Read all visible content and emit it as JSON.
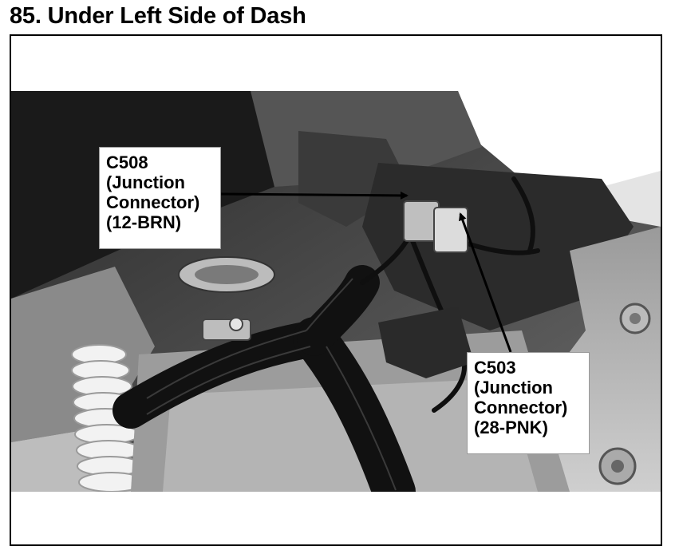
{
  "title": "85. Under Left Side of Dash",
  "callouts": [
    {
      "lines": [
        "C508",
        "(Junction",
        "Connector)",
        "(12-BRN)"
      ]
    },
    {
      "lines": [
        "C503",
        "(Junction",
        "Connector)",
        "(28-PNK)"
      ]
    }
  ]
}
